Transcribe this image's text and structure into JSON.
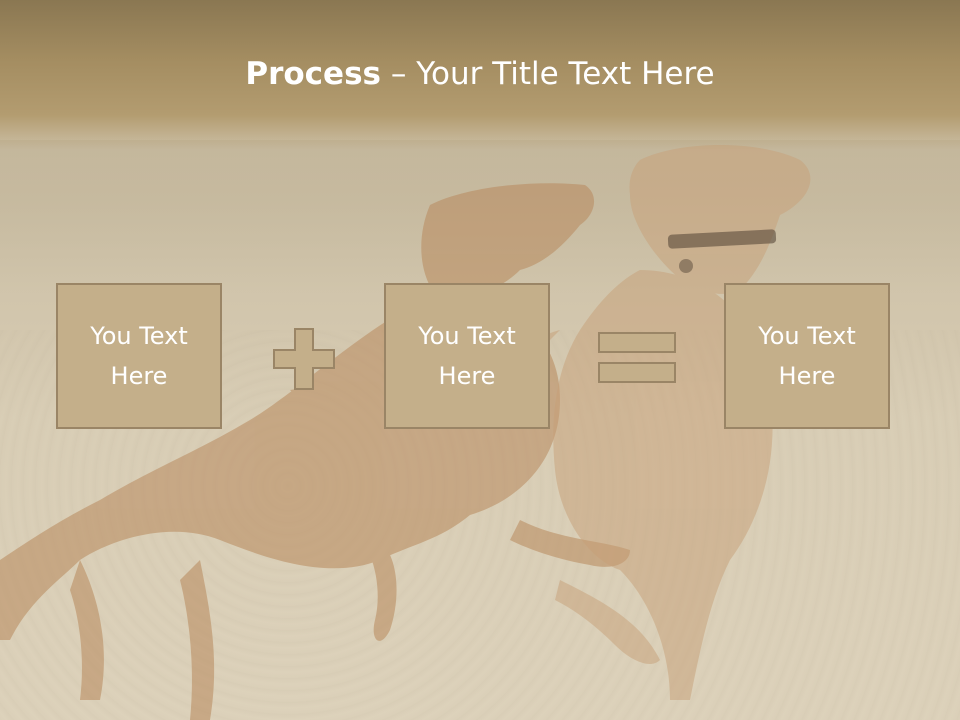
{
  "slide": {
    "title_bold": "Process",
    "title_rest": " – Your Title Text Here"
  },
  "process": {
    "boxes": [
      {
        "text": "You Text Here"
      },
      {
        "text": "You Text Here"
      },
      {
        "text": "You Text Here"
      }
    ],
    "operators": [
      "plus-icon",
      "equals-icon"
    ]
  },
  "colors": {
    "header": "#a48d61",
    "box_fill": "#c4af8a",
    "box_border": "#9a8566",
    "operator_fill": "#c4af8a",
    "text": "#ffffff"
  }
}
